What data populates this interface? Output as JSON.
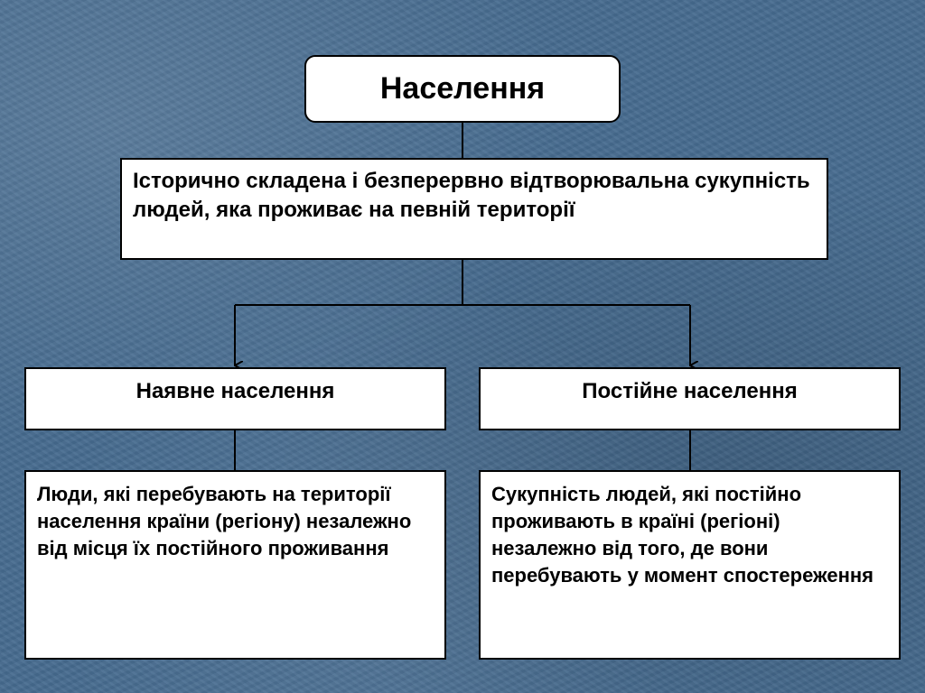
{
  "diagram": {
    "title": "Населення",
    "definition": "Історично складена і безперервно відтворювальна сукупність людей, яка проживає на певній території",
    "branches": [
      {
        "heading": "Наявне населення",
        "description": "Люди, які перебувають на території населення країни (регіону) незалежно від місця їх постійного проживання"
      },
      {
        "heading": "Постійне населення",
        "description": "Сукупність людей, які постійно проживають в країні (регіоні) незалежно від того, де вони перебувають у момент спостереження"
      }
    ]
  }
}
